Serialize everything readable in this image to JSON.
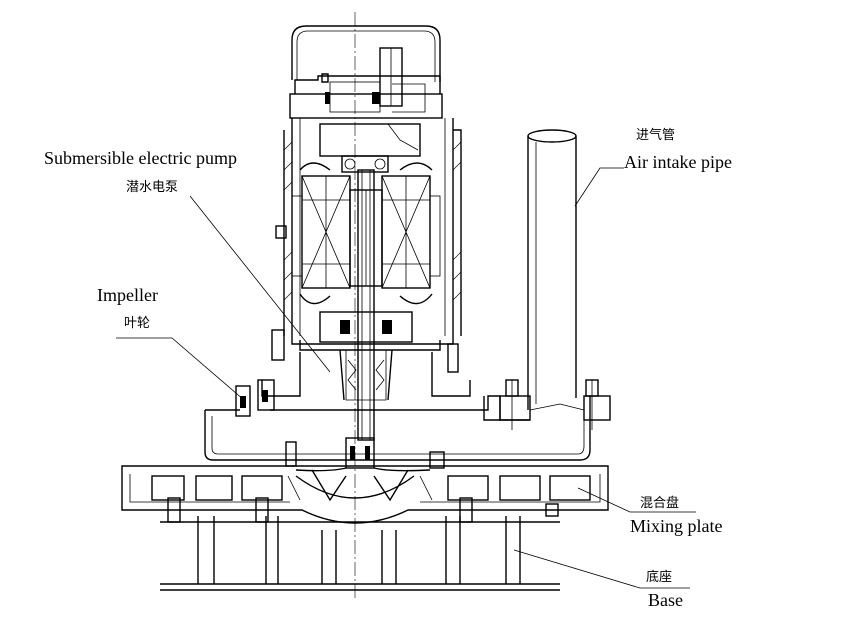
{
  "labels": {
    "pump_en": "Submersible electric pump",
    "pump_zh": "潜水电泵",
    "impeller_en": "Impeller",
    "impeller_zh": "叶轮",
    "intake_zh": "进气管",
    "intake_en": "Air intake pipe",
    "mixing_zh": "混合盘",
    "mixing_en": "Mixing plate",
    "base_zh": "底座",
    "base_en": "Base"
  },
  "colors": {
    "line": "#000000",
    "background": "#ffffff"
  }
}
